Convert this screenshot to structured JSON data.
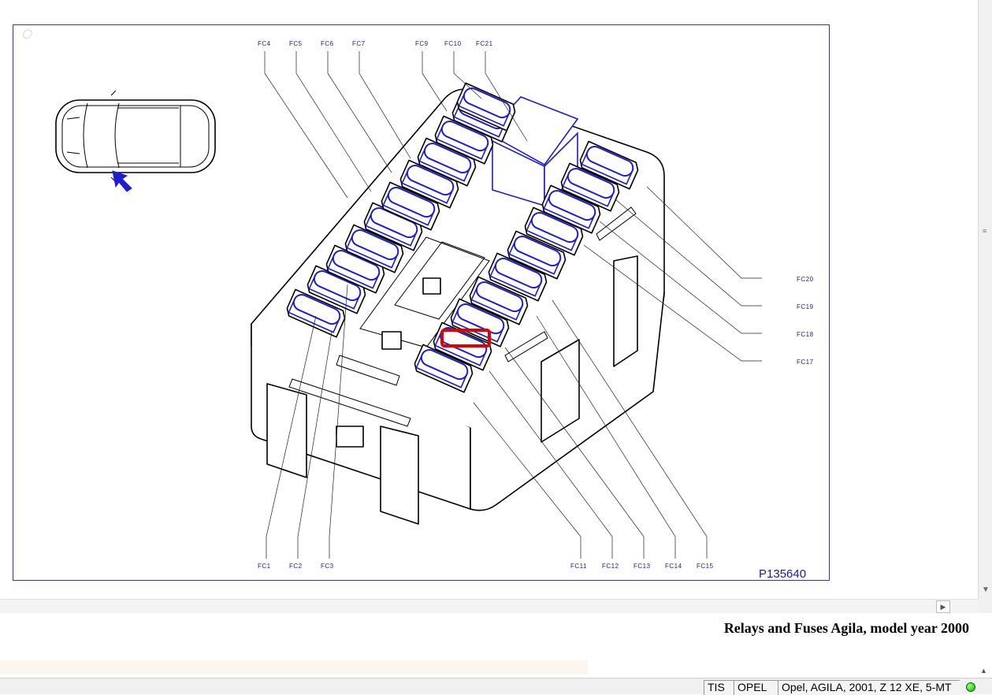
{
  "diagram": {
    "labels_top": [
      "FC4",
      "FC5",
      "FC6",
      "FC7",
      "FC9",
      "FC10",
      "FC21"
    ],
    "labels_right": [
      "FC20",
      "FC19",
      "FC18",
      "FC17"
    ],
    "labels_bottom": [
      "FC1",
      "FC2",
      "FC3",
      "FC11",
      "FC12",
      "FC13",
      "FC14",
      "FC15"
    ],
    "part_number": "P135640",
    "highlight_color": "#e00000",
    "accent_color": "#1c1cd0",
    "icons": [
      "car-top-view-icon",
      "location-arrow-icon"
    ]
  },
  "caption": "Relays and Fuses Agila, model year 2000",
  "statusbar": {
    "cells": [
      "TIS",
      "OPEL",
      "Opel, AGILA, 2001, Z 12 XE, 5-MT"
    ]
  }
}
